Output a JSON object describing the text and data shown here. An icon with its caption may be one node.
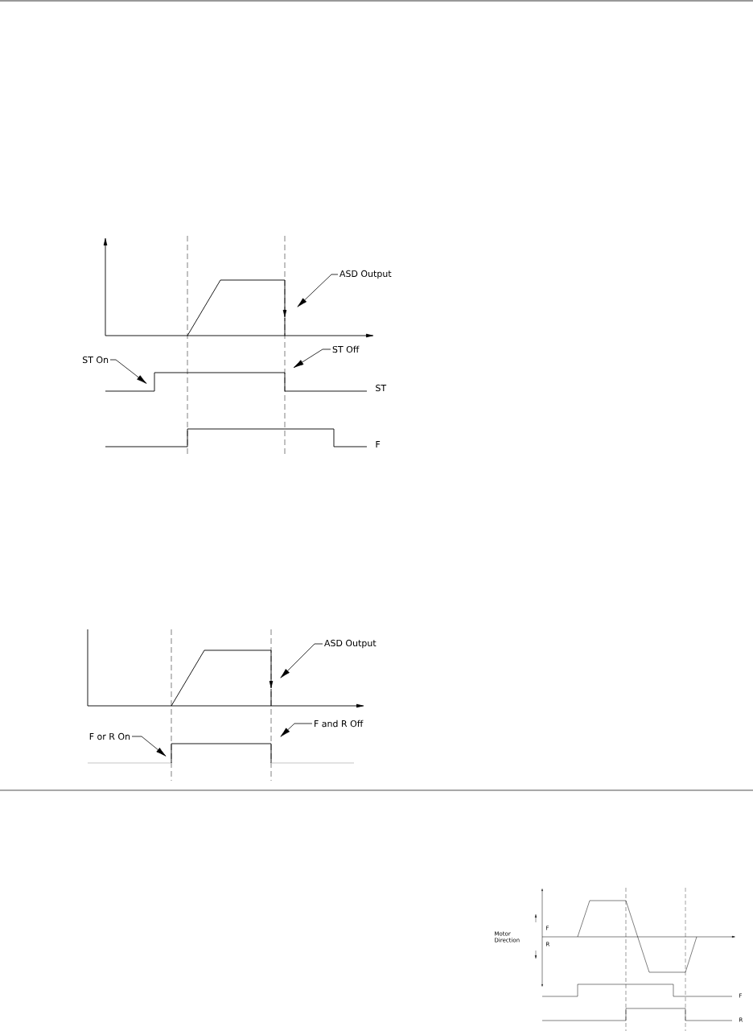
{
  "diagram": {
    "nodes": [
      {
        "text": [
          "ASD Output"
        ]
      },
      {
        "text": [
          "ST On"
        ]
      },
      {
        "text": [
          "ST Off"
        ]
      },
      {
        "text": [
          "ASD Output"
        ]
      },
      {
        "text": [
          "F or R On"
        ]
      },
      {
        "text": [
          "F and R Off"
        ]
      }
    ],
    "edges": [
      {
        "from": 0,
        "to": null,
        "arrow": "to"
      },
      {
        "from": 1,
        "to": null,
        "arrow": "to"
      },
      {
        "from": 2,
        "to": null,
        "arrow": "to"
      },
      {
        "from": 3,
        "to": null,
        "arrow": "to"
      },
      {
        "from": 4,
        "to": null,
        "arrow": "to"
      },
      {
        "from": 5,
        "to": null,
        "arrow": "to"
      }
    ],
    "labels": [
      "ST",
      "F",
      "F",
      "R",
      "Motor Direction",
      "F",
      "R"
    ]
  }
}
